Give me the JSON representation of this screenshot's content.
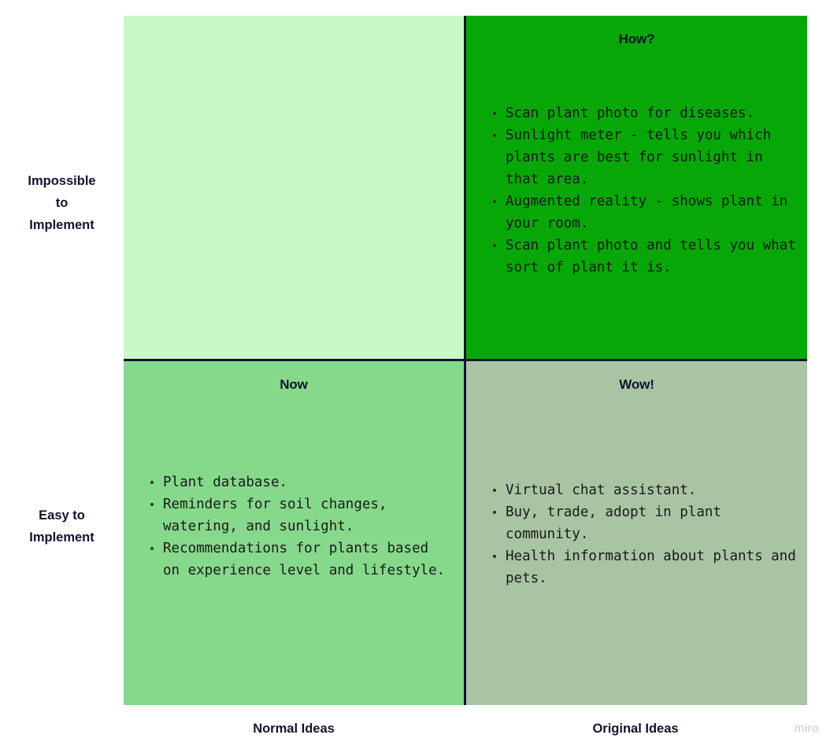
{
  "board": {
    "watermark": "miro",
    "colors": {
      "quadrant_top_left": "#c9f8c6",
      "quadrant_top_right": "#07a707",
      "quadrant_bottom_left": "#86d98b",
      "quadrant_bottom_right": "#a9c4a3",
      "divider": "#10142c",
      "heading_text": "#10142c",
      "body_text": "#1a1a1a",
      "watermark_text": "#c9c9d2",
      "background": "#ffffff"
    }
  },
  "axes": {
    "y_top_label": "Impossible\nto\nImplement",
    "y_top_lines": [
      "Impossible",
      "to",
      "Implement"
    ],
    "y_bottom_label": "Easy to\nImplement",
    "y_bottom_lines": [
      "Easy to",
      "Implement"
    ],
    "x_left_label": "Normal Ideas",
    "x_right_label": "Original Ideas"
  },
  "quadrants": {
    "top_left": {
      "title": "",
      "items": []
    },
    "top_right": {
      "title": "How?",
      "items": [
        "Scan plant photo for diseases.",
        "Sunlight meter - tells you which plants are best for sunlight in that area.",
        "Augmented reality - shows plant in your room.",
        "Scan plant photo and tells you what sort of plant it is."
      ]
    },
    "bottom_left": {
      "title": "Now",
      "items": [
        "Plant database.",
        "Reminders for soil changes, watering, and sunlight.",
        "Recommendations for plants based on experience level and lifestyle."
      ]
    },
    "bottom_right": {
      "title": "Wow!",
      "items": [
        "Virtual chat assistant.",
        "Buy, trade, adopt in plant community.",
        "Health information about plants and pets."
      ]
    }
  }
}
